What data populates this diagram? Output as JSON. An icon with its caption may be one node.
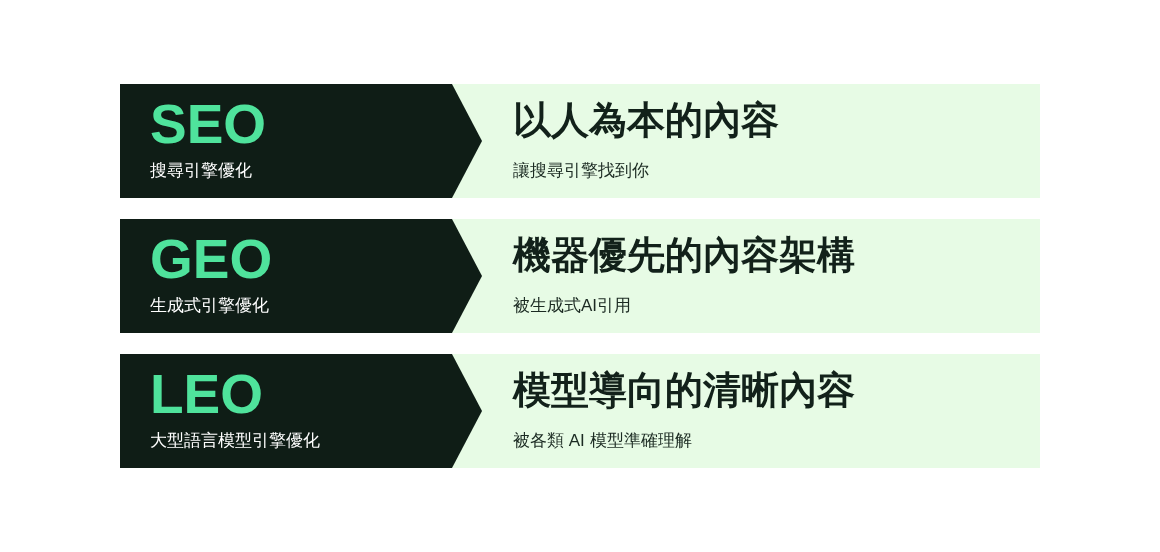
{
  "diagram": {
    "nodes": [
      {
        "text": [
          "SEO",
          "搜尋引擎優化"
        ]
      },
      {
        "text": [
          "以人為本的內容",
          "讓搜尋引擎找到你"
        ]
      },
      {
        "text": [
          "GEO",
          "生成式引擎優化"
        ]
      },
      {
        "text": [
          "機器優先的內容架構",
          "被生成式AI引用"
        ]
      },
      {
        "text": [
          "LEO",
          "大型語言模型引擎優化"
        ]
      },
      {
        "text": [
          "模型導向的清晰內容",
          "被各類 AI 模型準確理解"
        ]
      }
    ]
  }
}
